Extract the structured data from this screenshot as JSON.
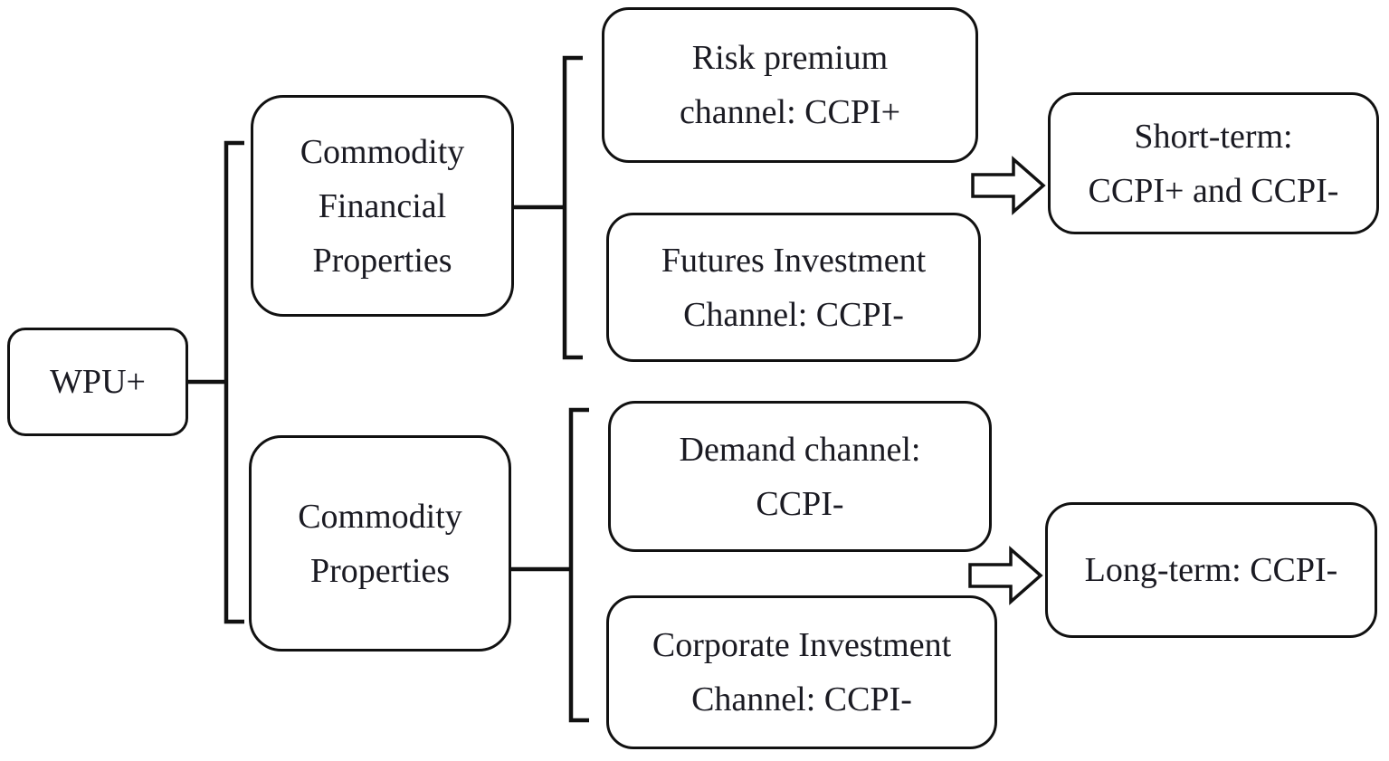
{
  "figure": {
    "background_color": "#ffffff",
    "box_border_color": "#111111",
    "text_color": "#1a1a22",
    "root": {
      "lines": [
        "WPU+"
      ]
    },
    "groups": [
      {
        "parent": {
          "lines": [
            "Commodity",
            "Financial",
            "Properties"
          ]
        },
        "channels": [
          {
            "lines": [
              "Risk premium",
              "channel: CCPI+"
            ]
          },
          {
            "lines": [
              "Futures Investment",
              "Channel: CCPI-"
            ]
          }
        ],
        "outcome": {
          "lines": [
            "Short-term:",
            "CCPI+ and CCPI-"
          ]
        }
      },
      {
        "parent": {
          "lines": [
            "Commodity",
            "Properties"
          ]
        },
        "channels": [
          {
            "lines": [
              "Demand channel:",
              "CCPI-"
            ]
          },
          {
            "lines": [
              "Corporate Investment",
              "Channel: CCPI-"
            ]
          }
        ],
        "outcome": {
          "lines": [
            "Long-term: CCPI-"
          ]
        }
      }
    ]
  }
}
